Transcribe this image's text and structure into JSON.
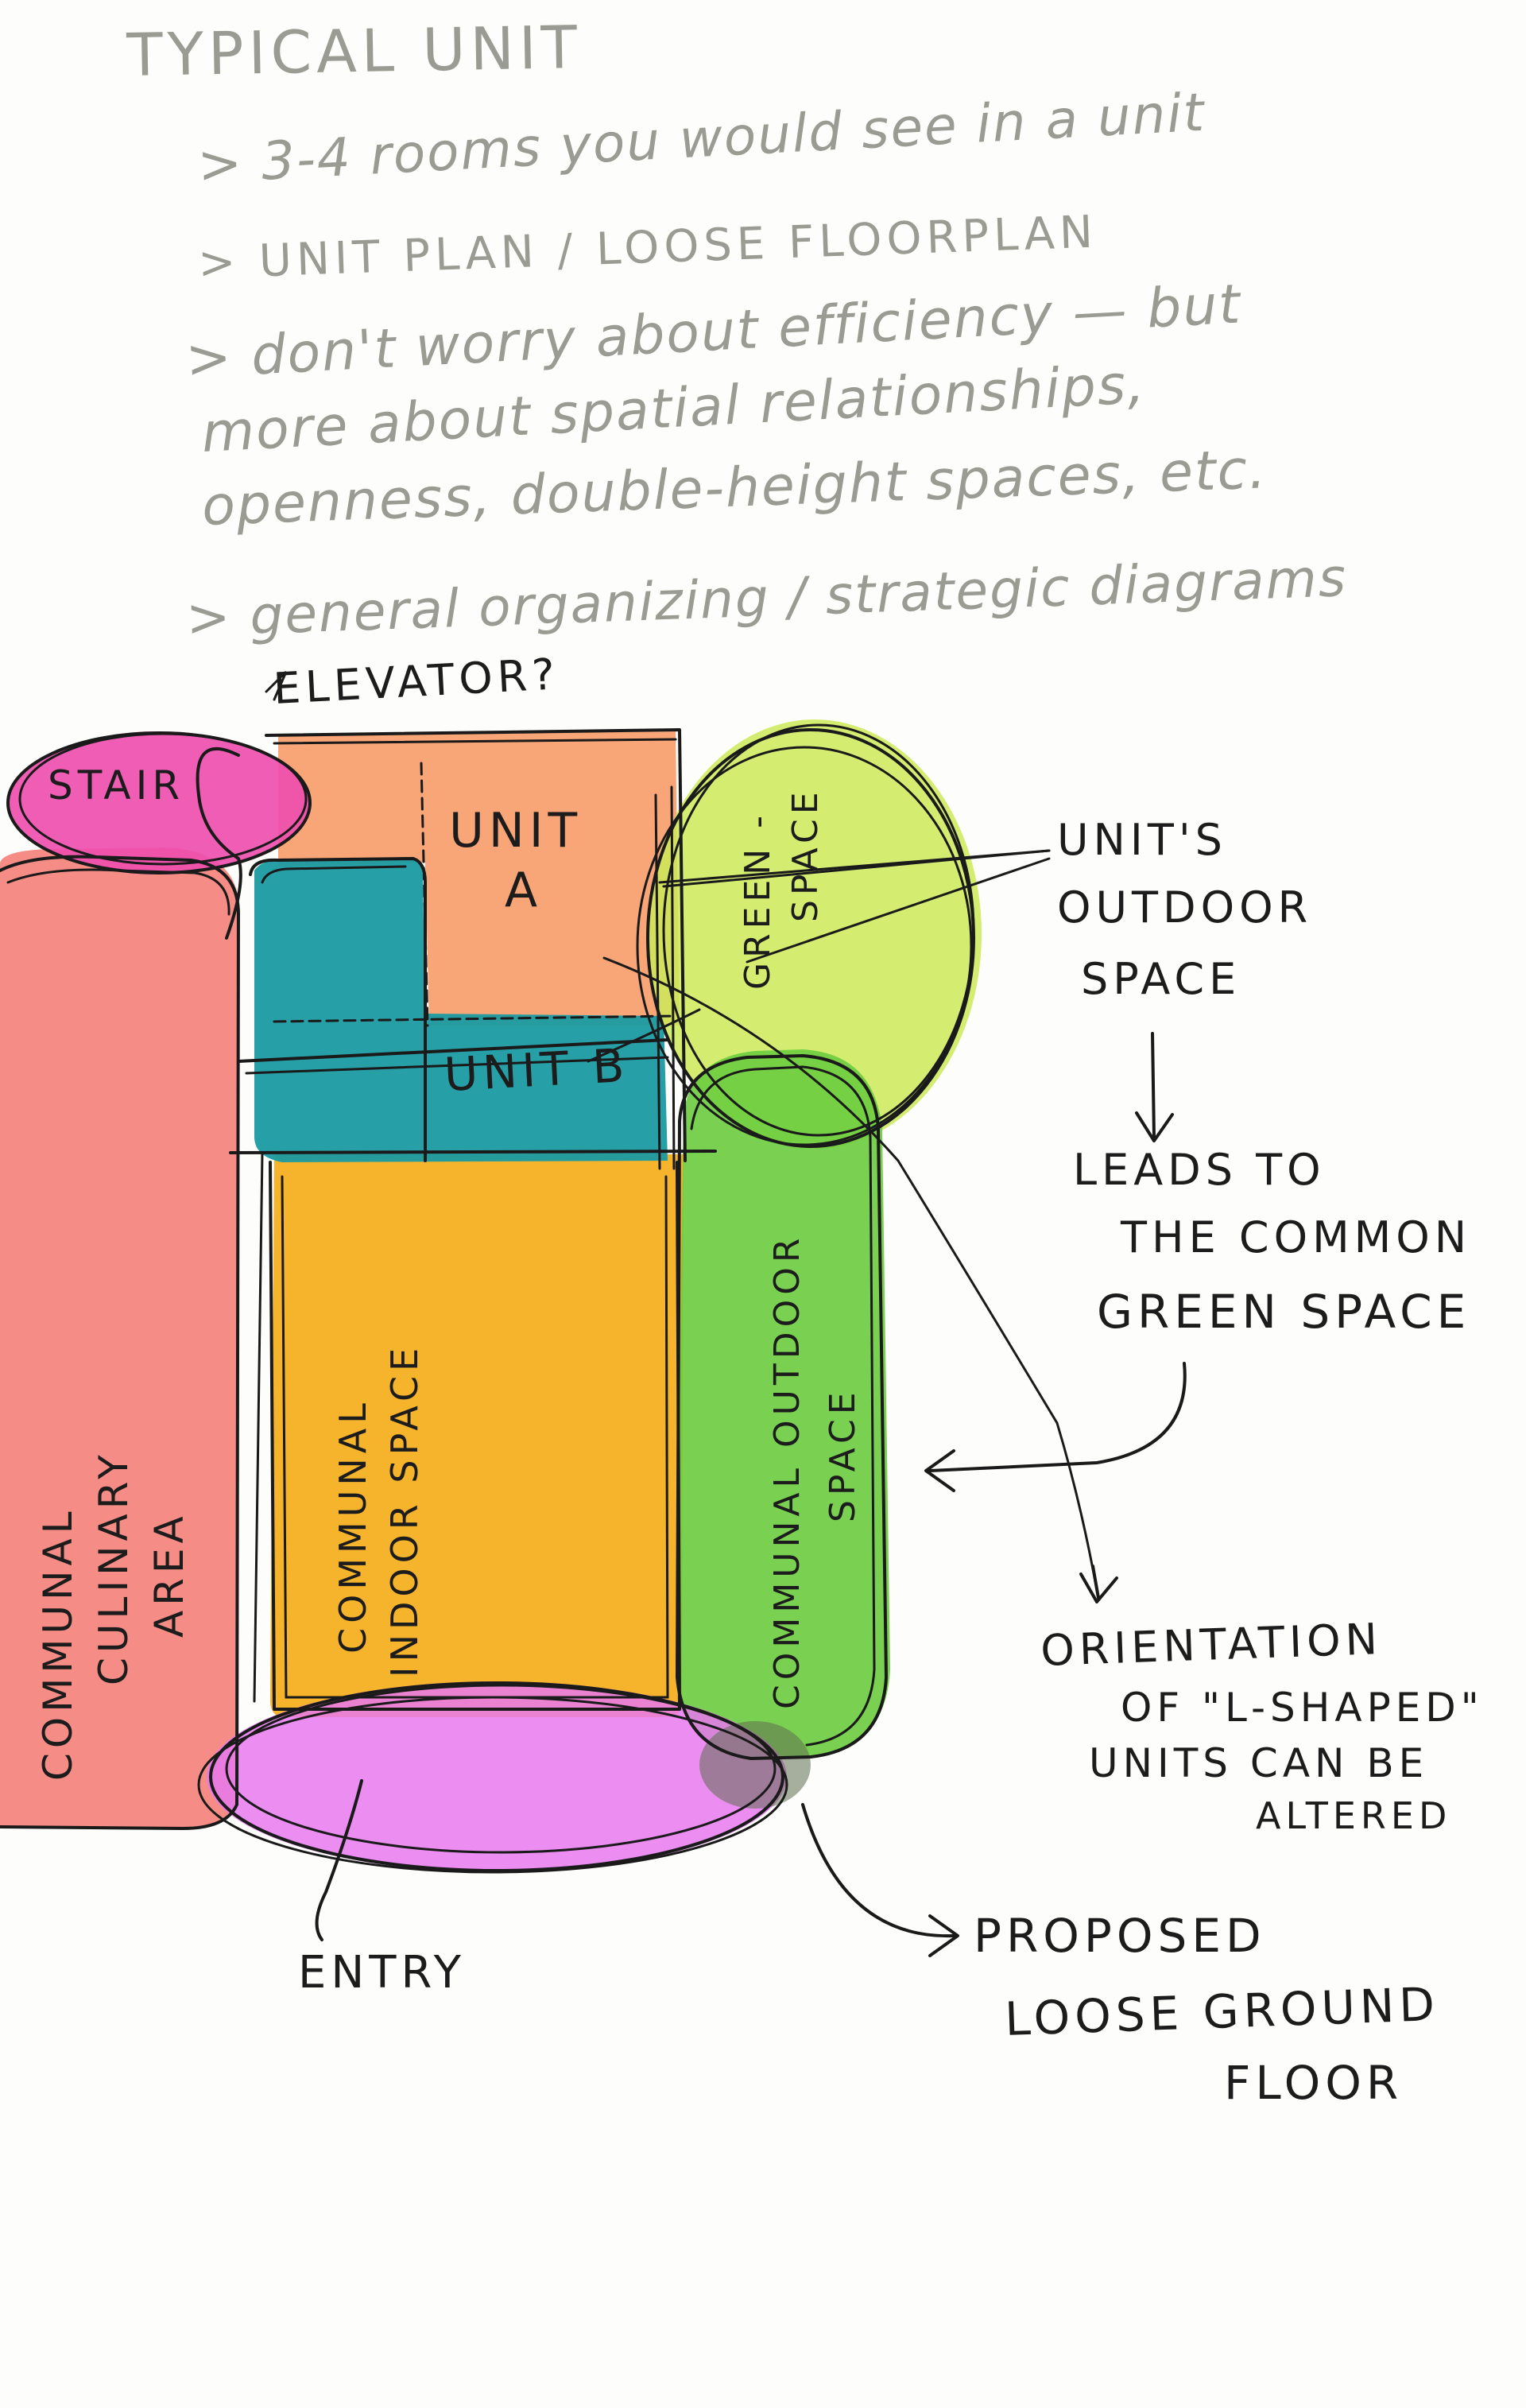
{
  "title": "TYPICAL UNIT",
  "notes": [
    "> 3-4 rooms you would see in a unit",
    "> UNIT PLAN / LOOSE FLOORPLAN",
    "> don't worry about efficiency — but",
    "more about spatial relationships,",
    "openness, double-height spaces, etc.",
    "> general organizing / strategic diagrams"
  ],
  "zones": {
    "stair": "STAIR",
    "elevator": "ELEVATOR?",
    "unit_a_1": "UNIT",
    "unit_a_2": "A",
    "unit_b": "UNIT B",
    "green_space_1": "GREEN -",
    "green_space_2": "SPACE",
    "communal_culinary_1": "COMMUNAL",
    "communal_culinary_2": "CULINARY",
    "communal_culinary_3": "AREA",
    "communal_indoor_1": "COMMUNAL",
    "communal_indoor_2": "INDOOR SPACE",
    "communal_outdoor_1": "COMMUNAL OUTDOOR",
    "communal_outdoor_2": "SPACE",
    "entry": "ENTRY"
  },
  "annotations": {
    "units_outdoor_1": "UNIT'S",
    "units_outdoor_2": "OUTDOOR",
    "units_outdoor_3": "SPACE",
    "leads_1": "LEADS TO",
    "leads_2": "THE COMMON",
    "leads_3": "GREEN SPACE",
    "orientation_1": "ORIENTATION",
    "orientation_2": "OF \"L-SHAPED\"",
    "orientation_3": "UNITS CAN BE",
    "orientation_4": "ALTERED",
    "proposed_1": "PROPOSED",
    "proposed_2": "LOOSE GROUND",
    "proposed_3": "FLOOR"
  },
  "colors": {
    "paper": "#fdfdfb",
    "ink": "#1a1a1a",
    "pencil": "#9a9b92",
    "stair": "#ee4fae",
    "unit_a": "#f8a070",
    "unit_b": "#1a9aa2",
    "green_space": "#cdea58",
    "communal_culinary": "#f4837c",
    "communal_indoor": "#f6b021",
    "communal_outdoor": "#6ccc3e",
    "entry": "#e879ee"
  }
}
